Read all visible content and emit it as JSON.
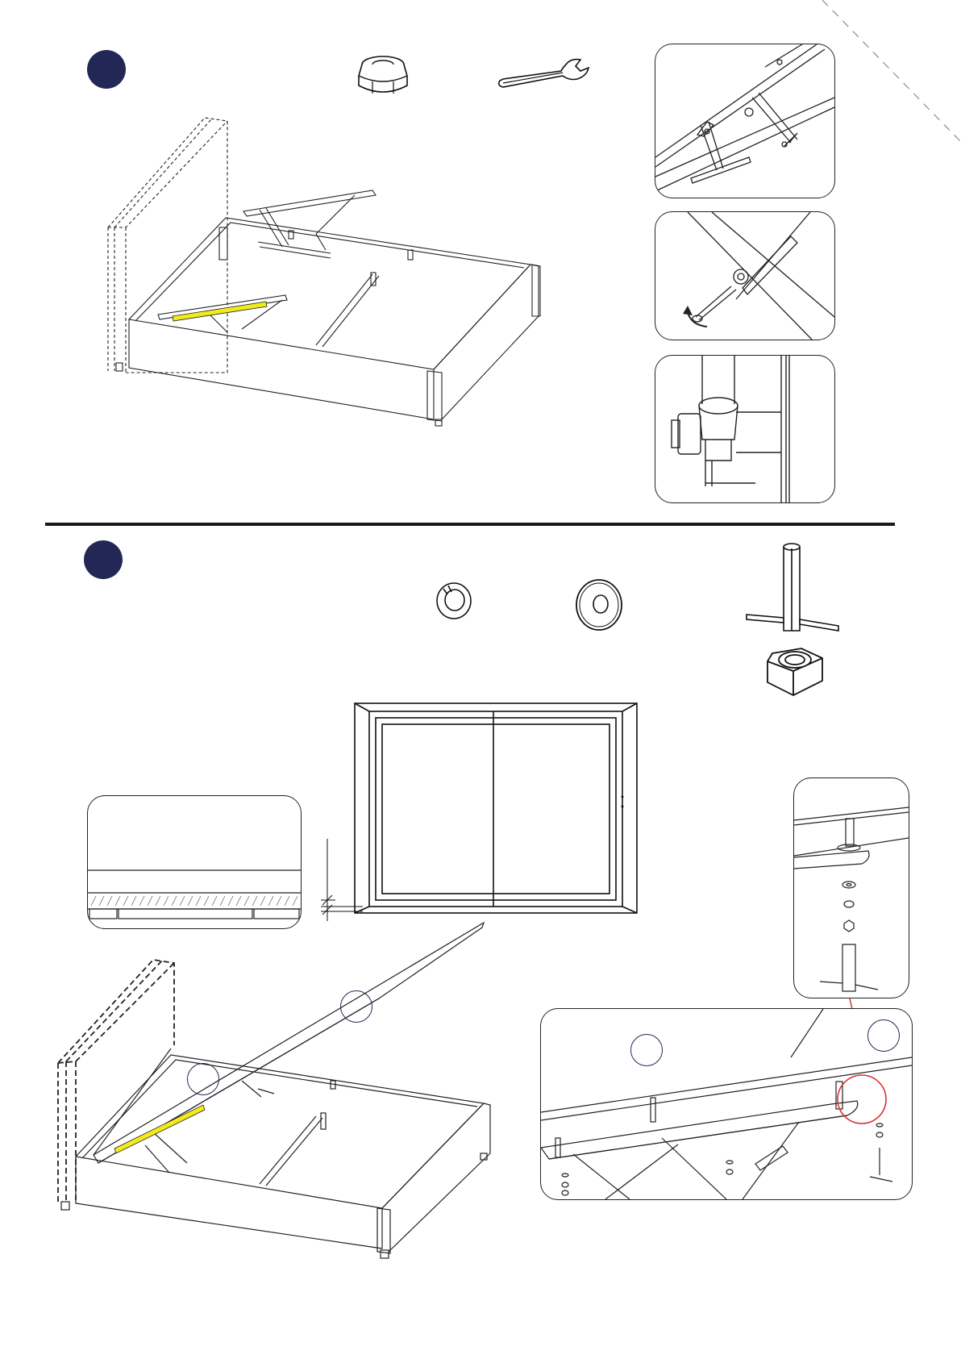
{
  "colors": {
    "step_badge": "#232755",
    "highlight_strut": "#f2ea1d",
    "leader_line": "#d93030",
    "ink": "#1a1a1a"
  },
  "steps": [
    {
      "number": "",
      "icons": [
        "cap-nut-icon",
        "open-end-wrench-icon"
      ],
      "detail_views": [
        "gas-strut-bracket-detail",
        "wrench-tightening-detail",
        "nut-side-detail"
      ]
    },
    {
      "number": "",
      "icons": [
        "split-lock-washer-icon",
        "flat-washer-icon",
        "t-handle-socket-wrench-icon",
        "hex-nut-icon"
      ],
      "callout_numbers": [
        "",
        "",
        "",
        ""
      ],
      "detail_views": [
        "slat-gap-detail",
        "bolt-stack-detail",
        "rail-bolt-detail"
      ]
    }
  ]
}
